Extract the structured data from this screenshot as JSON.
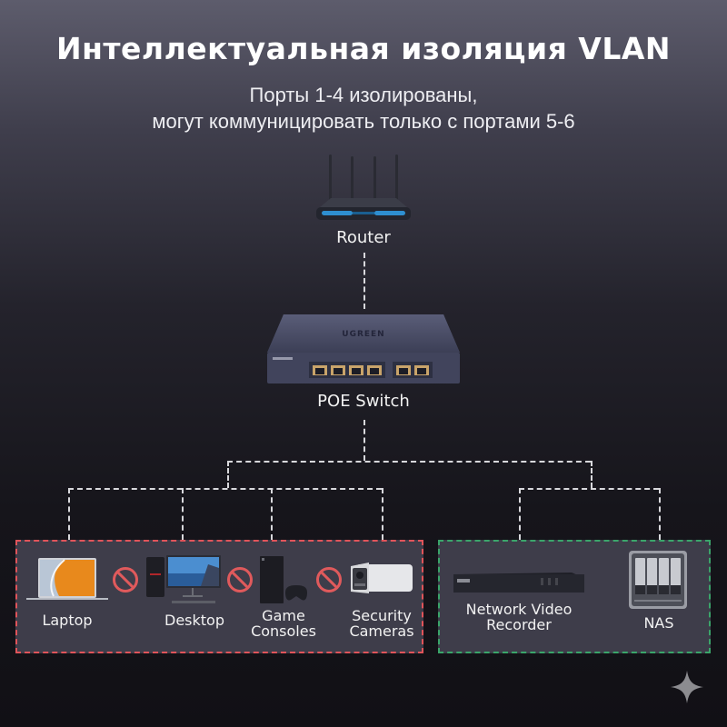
{
  "header": {
    "title": "Интеллектуальная изоляция VLAN",
    "subtitle_line1": "Порты 1-4 изолированы,",
    "subtitle_line2": "могут коммуницировать только с портами 5-6"
  },
  "nodes": {
    "router": {
      "label": "Router",
      "icon": "router-icon"
    },
    "switch": {
      "label": "POE Switch",
      "brand": "UGREEN",
      "ports": 6,
      "icon": "poe-switch-icon"
    }
  },
  "isolated_group": {
    "border_color": "#e0545a",
    "devices": [
      {
        "label": "Laptop",
        "icon": "laptop-icon"
      },
      {
        "label": "Desktop",
        "icon": "desktop-icon"
      },
      {
        "label_line1": "Game",
        "label_line2": "Consoles",
        "icon": "game-console-icon"
      },
      {
        "label_line1": "Security",
        "label_line2": "Cameras",
        "icon": "security-camera-icon"
      }
    ],
    "blocked_icon": "no-entry-icon"
  },
  "shared_group": {
    "border_color": "#3aa56a",
    "devices": [
      {
        "label_line1": "Network Video",
        "label_line2": "Recorder",
        "icon": "nvr-icon"
      },
      {
        "label": "NAS",
        "icon": "nas-icon"
      }
    ]
  },
  "colors": {
    "connector": "#d8d8dc",
    "box_fill": "#3e3d4a",
    "blocked": "#e05a5c"
  }
}
